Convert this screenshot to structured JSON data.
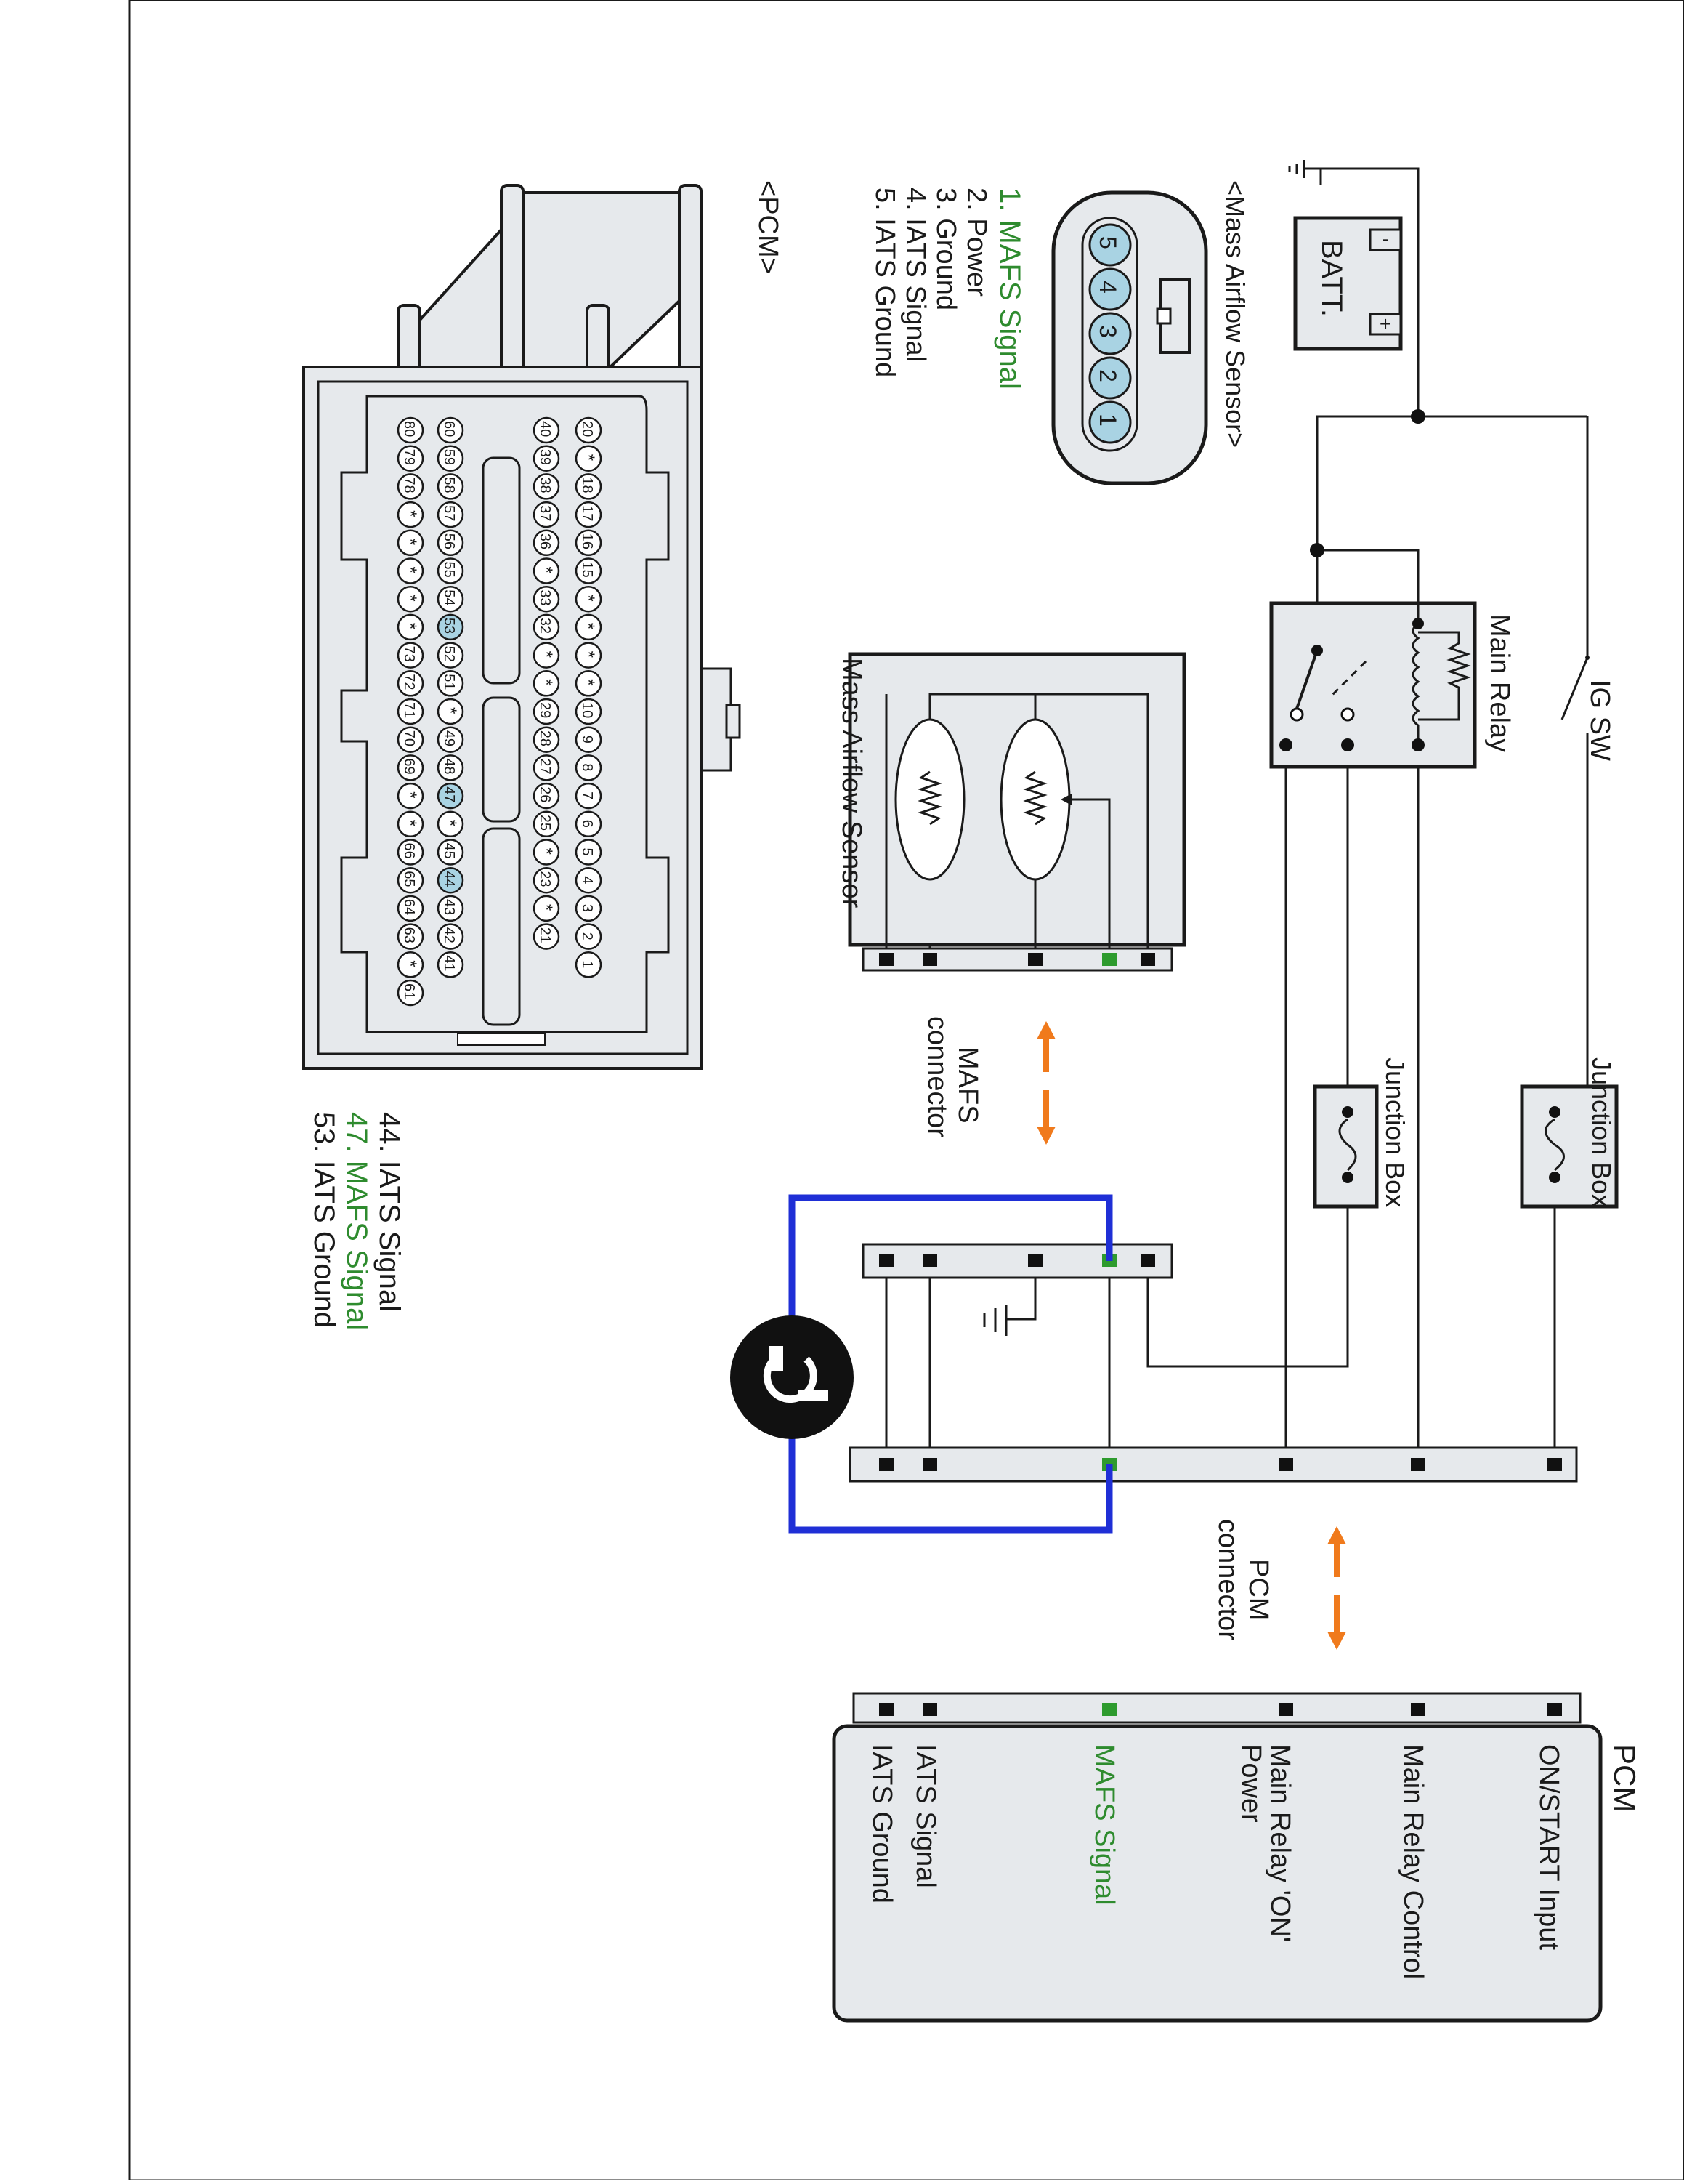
{
  "colors": {
    "signal_text": "#2e8b2e",
    "signal_pin": "#2e9b2e",
    "test_lead": "#1f2fd6",
    "arrow": "#f07a1c",
    "component_fill": "#e6e9ec",
    "highlight_pin": "#a9d3e3"
  },
  "icons": {
    "battery": "battery-icon",
    "ground": "ground-icon",
    "meter": "ohmmeter-icon",
    "arrow": "double-arrow-icon"
  },
  "labels": {
    "battery": "BATT.",
    "battery_minus": "-",
    "battery_plus": "+",
    "ig_sw": "IG SW",
    "main_relay": "Main Relay",
    "junction_box": "Junction Box",
    "maf_sensor_header": "<Mass Airflow Sensor>",
    "maf_sensor_body": "Mass Airflow Sensor",
    "mafs_connector_line1": "MAFS",
    "mafs_connector_line2": "connector",
    "pcm_connector_line1": "PCM",
    "pcm_connector_line2": "connector",
    "pcm_header": "<PCM>",
    "pcm_title": "PCM"
  },
  "maf_pins": {
    "numbers": [
      "5",
      "4",
      "3",
      "2",
      "1"
    ],
    "list": [
      "1. MAFS Signal",
      "2. Power",
      "3. Ground",
      "4. IATS Signal",
      "5. IATS Ground"
    ]
  },
  "pcm_pin_list": [
    "44. IATS Signal",
    "47. MAFS Signal",
    "53. IATS Ground"
  ],
  "pcm_terminals": [
    "ON/START Input",
    "Main Relay Control",
    "Main Relay 'ON'",
    "Power",
    "MAFS Signal",
    "IATS Signal",
    "IATS Ground"
  ],
  "pcm_connector": {
    "rows": [
      [
        "20",
        "*",
        "18",
        "17",
        "16",
        "15",
        "*",
        "*",
        "*",
        "*",
        "10",
        "9",
        "8",
        "7",
        "6",
        "5",
        "4",
        "3",
        "2",
        "1"
      ],
      [
        "40",
        "39",
        "38",
        "37",
        "36",
        "*",
        "33",
        "32",
        "*",
        "*",
        "29",
        "28",
        "27",
        "26",
        "25",
        "*",
        "23",
        "*",
        "21"
      ],
      [
        "60",
        "59",
        "58",
        "57",
        "56",
        "55",
        "54",
        "53",
        "52",
        "51",
        "*",
        "49",
        "48",
        "47",
        "*",
        "45",
        "44",
        "43",
        "42",
        "41"
      ],
      [
        "80",
        "79",
        "78",
        "*",
        "*",
        "*",
        "*",
        "*",
        "73",
        "72",
        "71",
        "70",
        "69",
        "*",
        "*",
        "66",
        "65",
        "64",
        "63",
        "*",
        "61"
      ]
    ],
    "highlighted": [
      "53",
      "47",
      "44"
    ]
  }
}
